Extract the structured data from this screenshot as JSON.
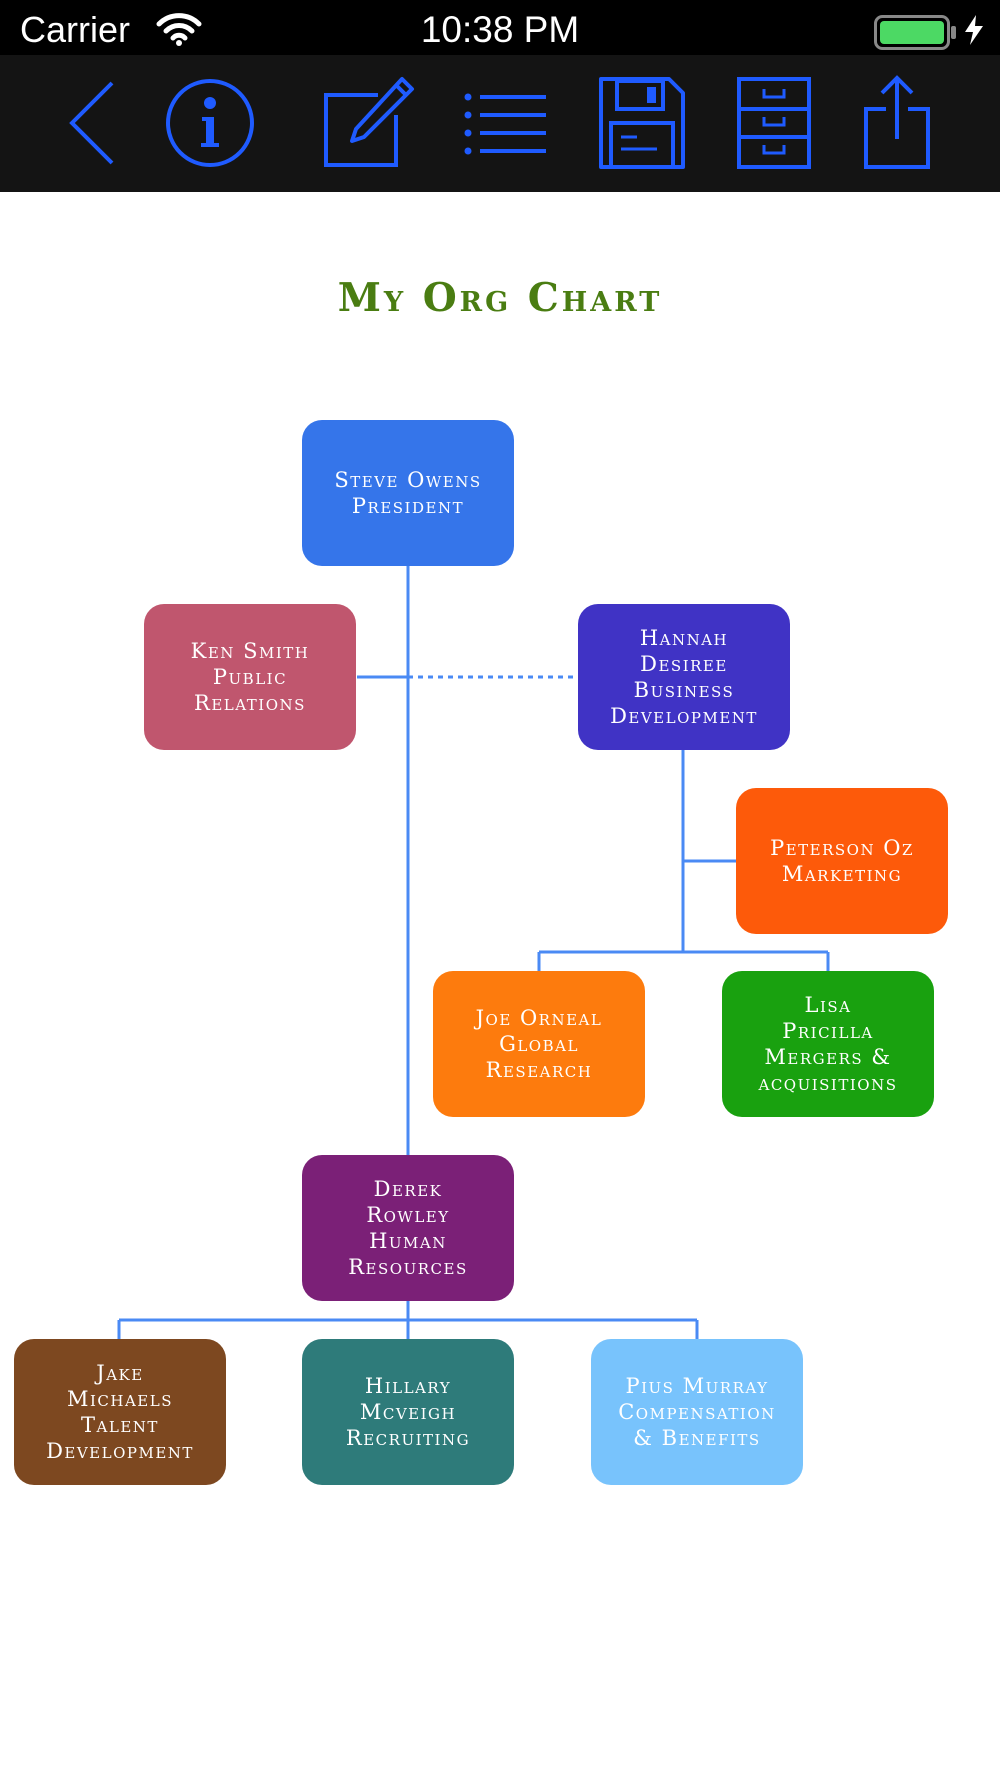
{
  "status_bar": {
    "carrier": "Carrier",
    "time": "10:38 PM",
    "battery_color": "#4cd964"
  },
  "toolbar": {
    "icon_color": "#1f5bff",
    "buttons": [
      "back-icon",
      "info-icon",
      "edit-icon",
      "list-icon",
      "save-icon",
      "file-cabinet-icon",
      "share-icon"
    ]
  },
  "chart": {
    "title": "My Org Chart",
    "line_color": "#4a8af4",
    "nodes": [
      {
        "id": "steve",
        "text": "Steve Owens\nPresident",
        "color": "#3575ea"
      },
      {
        "id": "ken",
        "text": "Ken Smith\nPublic\nRelations",
        "color": "#c0566e"
      },
      {
        "id": "hannah",
        "text": "Hannah\nDesiree\nBusiness\nDevelopment",
        "color": "#4033c5"
      },
      {
        "id": "peterson",
        "text": "Peterson Oz\nMarketing",
        "color": "#fd5a0a"
      },
      {
        "id": "joe",
        "text": "Joe Orneal\nGlobal\nResearch",
        "color": "#fd7b0d"
      },
      {
        "id": "lisa",
        "text": "Lisa\nPricilla\nMergers &\nacquisitions",
        "color": "#19a10f"
      },
      {
        "id": "derek",
        "text": "Derek\nRowley\nHuman\nResources",
        "color": "#7b2077"
      },
      {
        "id": "jake",
        "text": "Jake\nMichaels\nTalent\nDevelopment",
        "color": "#7d4820"
      },
      {
        "id": "hillary",
        "text": "Hillary\nMcveigh\nRecruiting",
        "color": "#2e7b7a"
      },
      {
        "id": "pius",
        "text": "Pius Murray\nCompensation\n& Benefits",
        "color": "#78c3fc"
      }
    ]
  }
}
